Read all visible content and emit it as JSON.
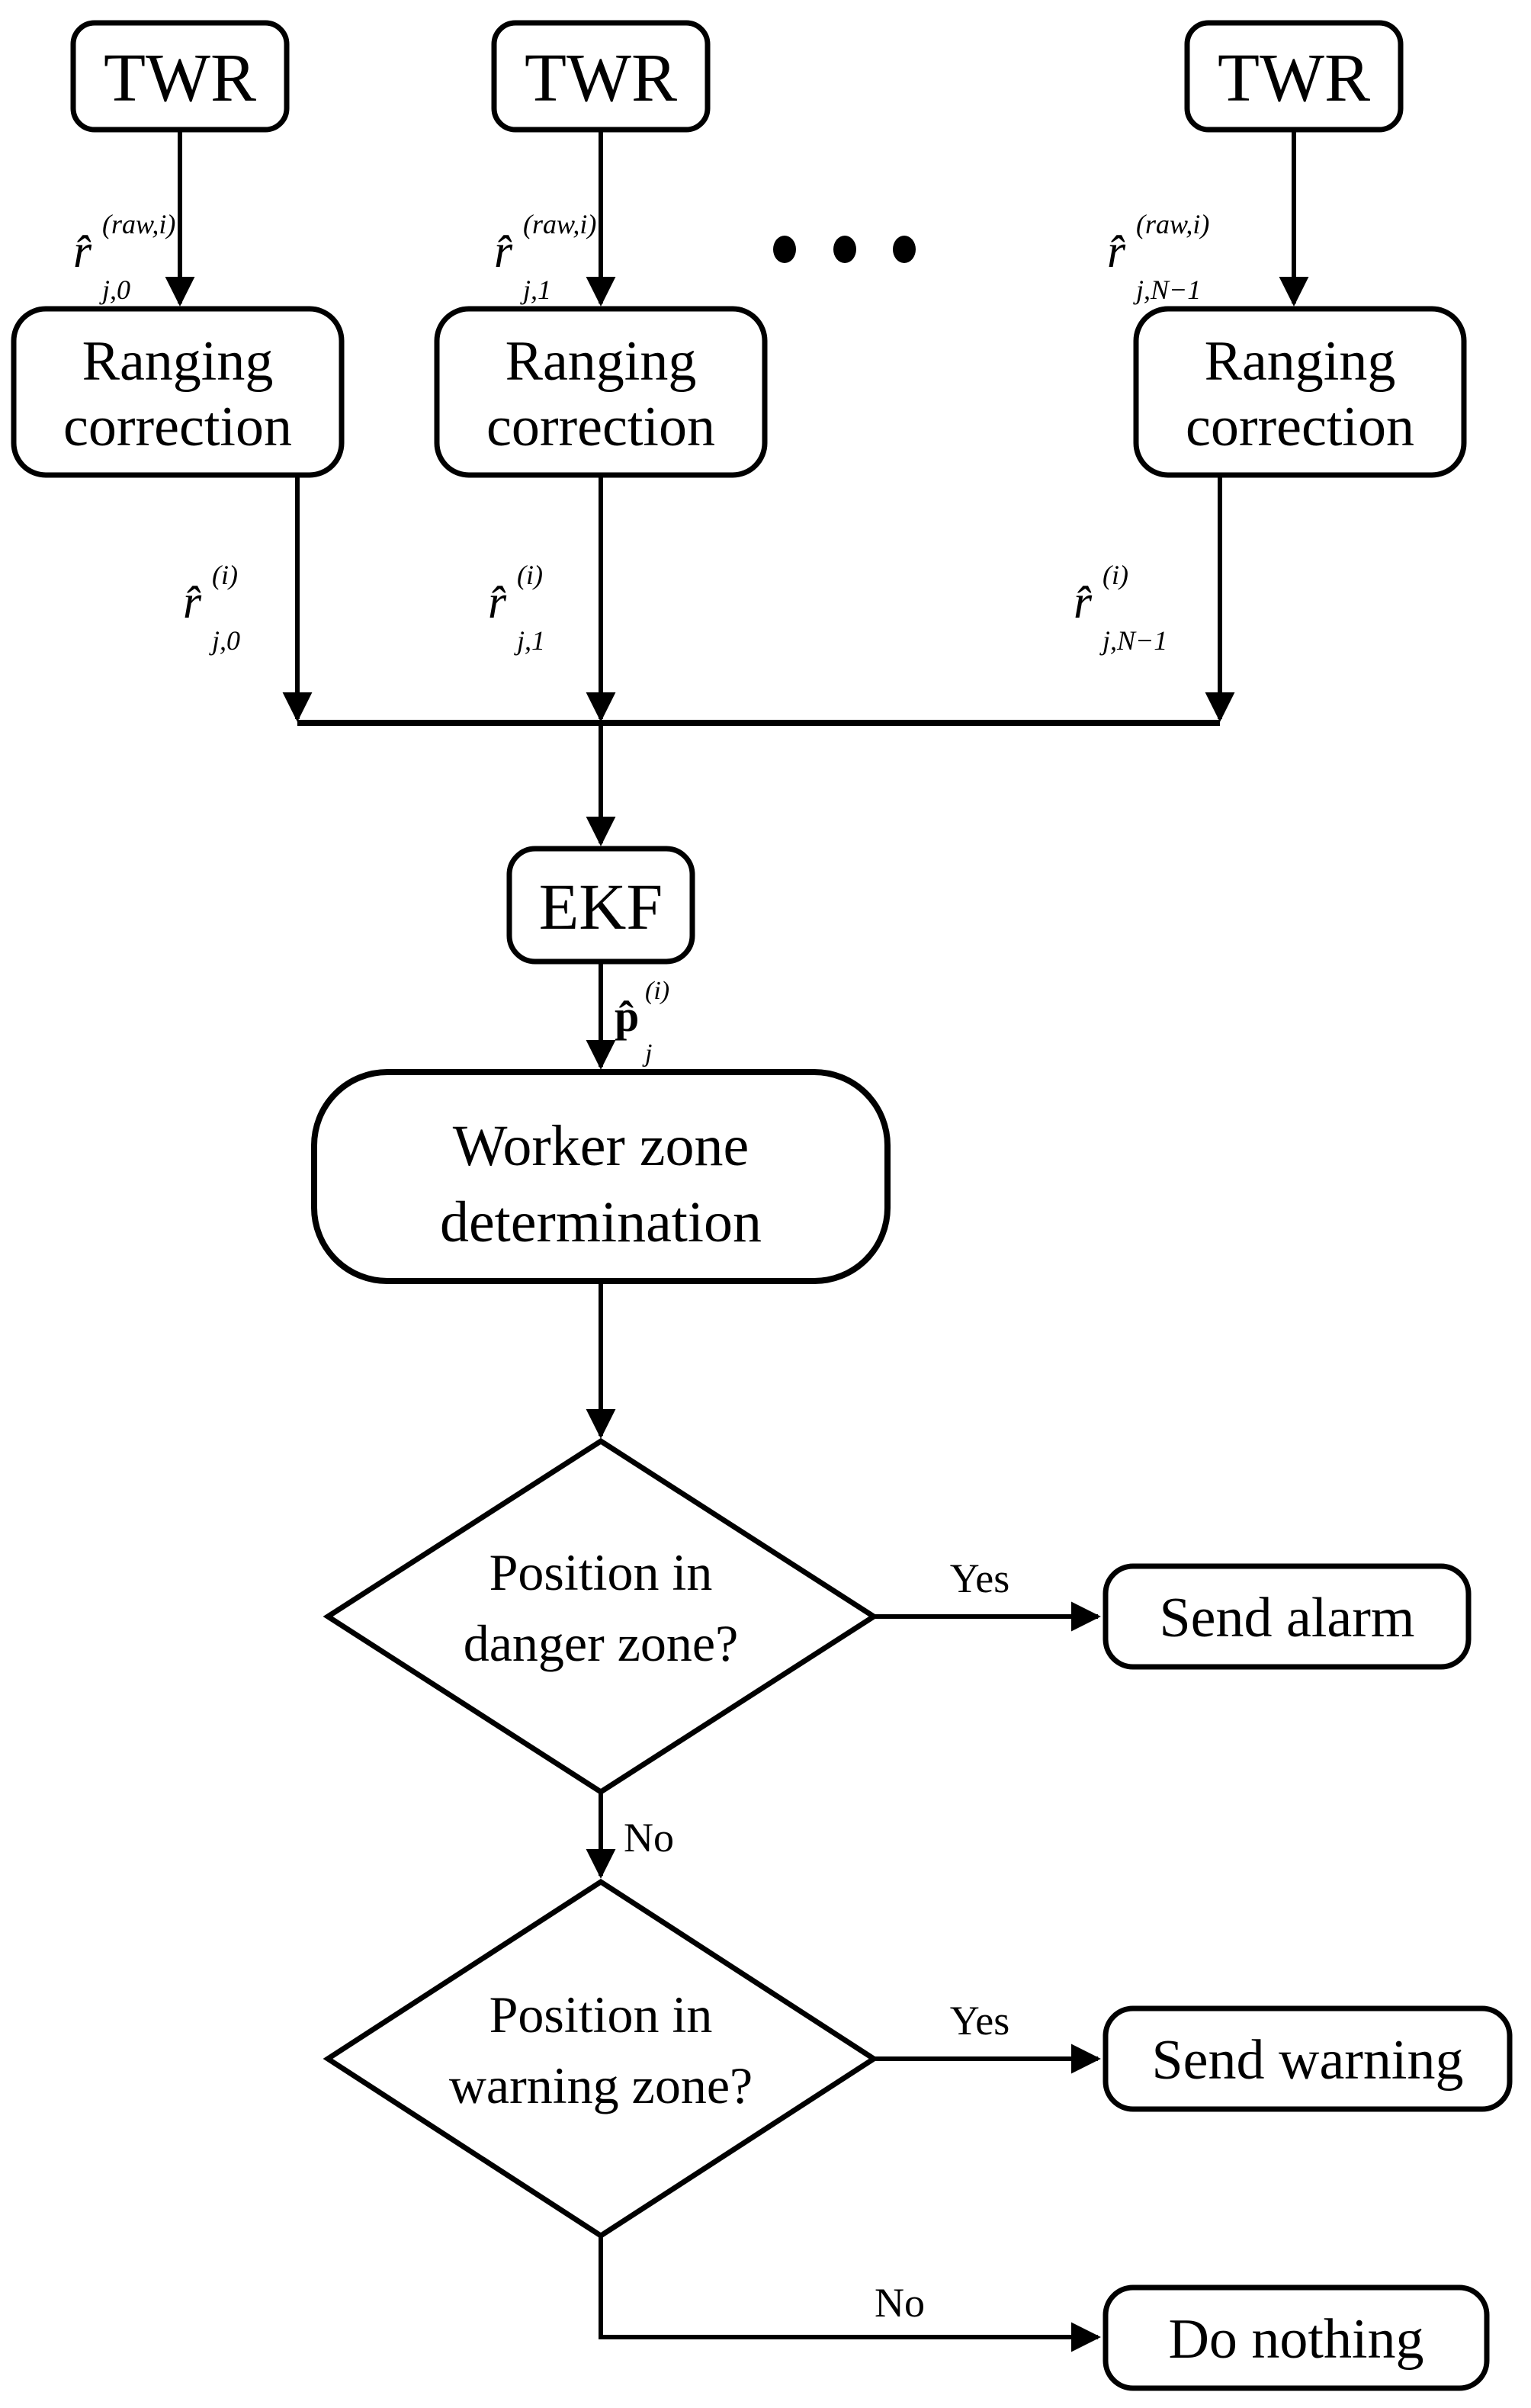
{
  "colors": {
    "stroke": "#000000",
    "background": "#ffffff"
  },
  "flowchart": {
    "twr_boxes": [
      {
        "label": "TWR"
      },
      {
        "label": "TWR"
      },
      {
        "label": "TWR"
      }
    ],
    "raw_labels": [
      {
        "base": "r̂",
        "sup": "(raw,i)",
        "sub": "j,0"
      },
      {
        "base": "r̂",
        "sup": "(raw,i)",
        "sub": "j,1"
      },
      {
        "base": "r̂",
        "sup": "(raw,i)",
        "sub": "j,N−1"
      }
    ],
    "ranging_boxes": [
      {
        "line1": "Ranging",
        "line2": "correction"
      },
      {
        "line1": "Ranging",
        "line2": "correction"
      },
      {
        "line1": "Ranging",
        "line2": "correction"
      }
    ],
    "corrected_labels": [
      {
        "base": "r̂",
        "sup": "(i)",
        "sub": "j,0"
      },
      {
        "base": "r̂",
        "sup": "(i)",
        "sub": "j,1"
      },
      {
        "base": "r̂",
        "sup": "(i)",
        "sub": "j,N−1"
      }
    ],
    "ekf": {
      "label": "EKF"
    },
    "position_label": {
      "base": "p̂",
      "sup": "(i)",
      "sub": "j"
    },
    "worker_zone": {
      "line1": "Worker zone",
      "line2": "determination"
    },
    "danger_diamond": {
      "line1": "Position in",
      "line2": "danger zone?"
    },
    "warning_diamond": {
      "line1": "Position in",
      "line2": "warning zone?"
    },
    "send_alarm": {
      "label": "Send alarm"
    },
    "send_warning": {
      "label": "Send warning"
    },
    "do_nothing": {
      "label": "Do nothing"
    },
    "edge_labels": {
      "yes1": "Yes",
      "no1": "No",
      "yes2": "Yes",
      "no2": "No"
    }
  }
}
